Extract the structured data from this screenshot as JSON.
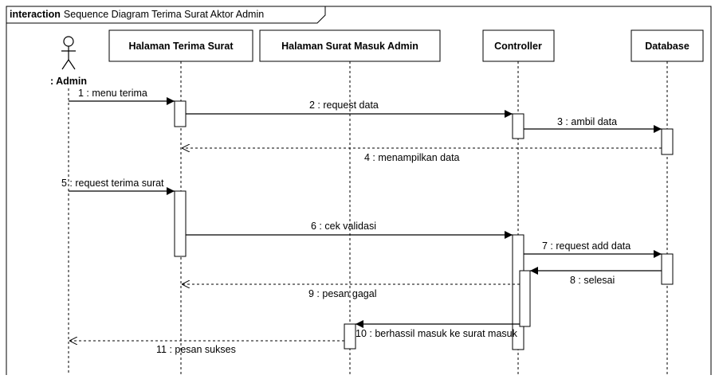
{
  "frame": {
    "keyword": "interaction",
    "title": "Sequence Diagram Terima Surat Aktor Admin"
  },
  "lifelines": [
    {
      "id": "admin",
      "label": ": Admin",
      "kind": "actor"
    },
    {
      "id": "hts",
      "label": "Halaman Terima Surat",
      "kind": "box"
    },
    {
      "id": "hsma",
      "label": "Halaman Surat Masuk Admin",
      "kind": "box"
    },
    {
      "id": "ctrl",
      "label": "Controller",
      "kind": "box"
    },
    {
      "id": "db",
      "label": "Database",
      "kind": "box"
    }
  ],
  "messages": [
    {
      "label": "1 : menu terima",
      "from": "admin",
      "to": "hts",
      "type": "sync"
    },
    {
      "label": "2 : request data",
      "from": "hts",
      "to": "ctrl",
      "type": "sync"
    },
    {
      "label": "3 : ambil data",
      "from": "ctrl",
      "to": "db",
      "type": "sync"
    },
    {
      "label": "4 : menampilkan data",
      "from": "db",
      "to": "hts",
      "type": "return"
    },
    {
      "label": "5 : request terima surat",
      "from": "admin",
      "to": "hts",
      "type": "sync"
    },
    {
      "label": "6 : cek validasi",
      "from": "hts",
      "to": "ctrl",
      "type": "sync"
    },
    {
      "label": "7 : request add data",
      "from": "ctrl",
      "to": "db",
      "type": "sync"
    },
    {
      "label": "8 : selesai",
      "from": "db",
      "to": "ctrl",
      "type": "sync"
    },
    {
      "label": "9 : pesan gagal",
      "from": "ctrl",
      "to": "hts",
      "type": "return"
    },
    {
      "label": "10 : berhassil masuk ke surat masuk",
      "from": "ctrl",
      "to": "hsma",
      "type": "sync"
    },
    {
      "label": "11 : pesan sukses",
      "from": "hsma",
      "to": "admin",
      "type": "return"
    }
  ]
}
